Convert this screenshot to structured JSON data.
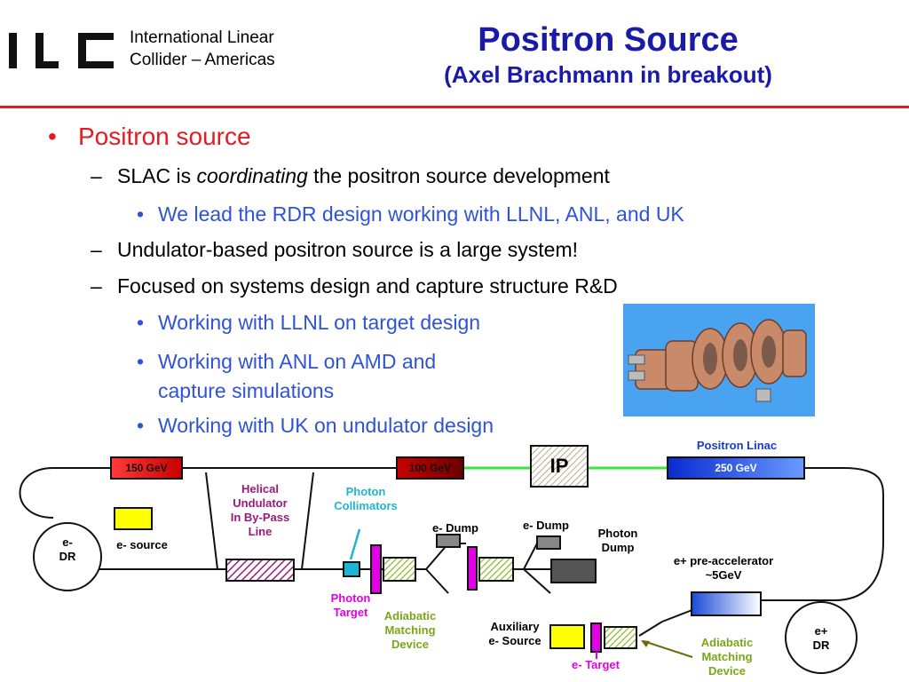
{
  "header": {
    "logo_text": "ILC",
    "org_line1": "International Linear",
    "org_line2": "Collider – Americas",
    "title": "Positron Source",
    "subtitle": "(Axel Brachmann in breakout)"
  },
  "bullets": {
    "b1": "Positron source",
    "b1_1_pre": "SLAC is ",
    "b1_1_em": "coordinating",
    "b1_1_post": " the positron source development",
    "b1_1_1": "We lead the RDR design working with LLNL, ANL, and UK",
    "b1_2": "Undulator-based positron source is a large system!",
    "b1_3": "Focused on systems design and capture structure R&D",
    "b1_3_1": "Working with LLNL on target design",
    "b1_3_2a": "Working with ANL on AMD and",
    "b1_3_2b": "capture simulations",
    "b1_3_3": "Working with UK on undulator design"
  },
  "diagram": {
    "ip": "IP",
    "linac_150": "150 GeV",
    "linac_100": "100 GeV",
    "linac_250": "250 GeV",
    "positron_linac": "Positron Linac",
    "helical": [
      "Helical",
      "Undulator",
      "In By-Pass",
      "Line"
    ],
    "photon_collimators": [
      "Photon",
      "Collimators"
    ],
    "e_dump_1": "e- Dump",
    "e_dump_2": "e- Dump",
    "photon_dump": [
      "Photon",
      "Dump"
    ],
    "pre_accel": [
      "e+ pre-accelerator",
      "~5GeV"
    ],
    "e_minus_dr": [
      "e-",
      "DR"
    ],
    "e_source": "e- source",
    "photon_target": [
      "Photon",
      "Target"
    ],
    "amd_1": [
      "Adiabatic",
      "Matching",
      "Device"
    ],
    "aux_source": [
      "Auxiliary",
      "e- Source"
    ],
    "e_target": "e- Target",
    "amd_2": [
      "Adiabatic",
      "Matching",
      "Device"
    ],
    "e_plus_dr": [
      "e+",
      "DR"
    ]
  },
  "colors": {
    "accent_red": "#e31b23",
    "title_blue": "#1a1aa8",
    "sub_blue": "#2f53d6",
    "magenta": "#cc00cc",
    "green": "#7aa61a",
    "cyan": "#1fb5d6",
    "purple": "#9a1a7a"
  }
}
